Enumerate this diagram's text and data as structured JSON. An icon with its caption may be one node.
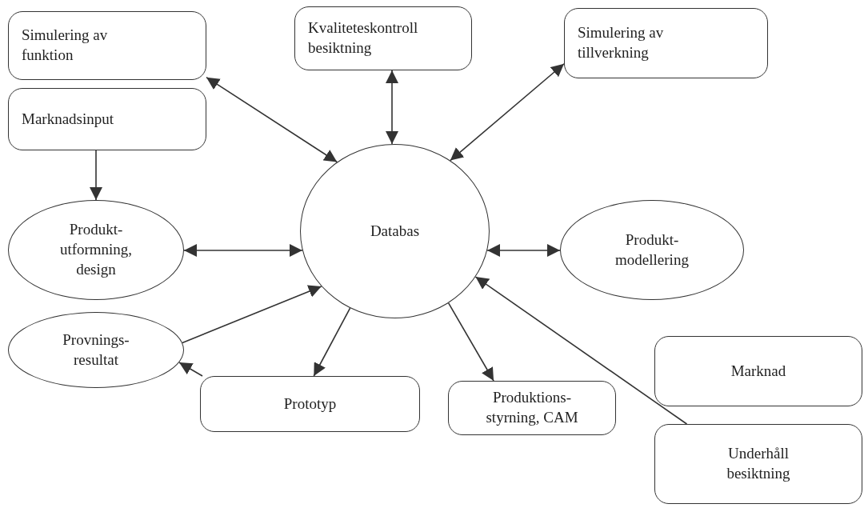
{
  "diagram": {
    "nodes": [
      {
        "text": [
          "Simulering av funktion"
        ]
      },
      {
        "text": [
          "Kvaliteteskontroll besiktning"
        ]
      },
      {
        "text": [
          "Simulering av tillverkning"
        ]
      },
      {
        "text": [
          "Marknadsinput"
        ]
      },
      {
        "text": [
          "Produkt- utformning, design"
        ]
      },
      {
        "text": [
          "Databas"
        ]
      },
      {
        "text": [
          "Produkt- modellering"
        ]
      },
      {
        "text": [
          "Provnings- resultat"
        ]
      },
      {
        "text": [
          "Prototyp"
        ]
      },
      {
        "text": [
          "Produktions- styrning, CAM"
        ]
      },
      {
        "text": [
          "Marknad"
        ]
      },
      {
        "text": [
          "Underhåll besiktning"
        ]
      }
    ],
    "edges": [
      {
        "from": 0,
        "to": 5,
        "arrow": "both"
      },
      {
        "from": 1,
        "to": 5,
        "arrow": "both"
      },
      {
        "from": 2,
        "to": 5,
        "arrow": "both"
      },
      {
        "from": 3,
        "to": 4,
        "arrow": "to"
      },
      {
        "from": 4,
        "to": 5,
        "arrow": "both"
      },
      {
        "from": 5,
        "to": 6,
        "arrow": "both"
      },
      {
        "from": 7,
        "to": 5,
        "arrow": "to"
      },
      {
        "from": 5,
        "to": 8,
        "arrow": "to"
      },
      {
        "from": 5,
        "to": 9,
        "arrow": "to"
      },
      {
        "from": 11,
        "to": 5,
        "arrow": "to"
      },
      {
        "from": 8,
        "to": 7,
        "arrow": "to"
      }
    ]
  }
}
